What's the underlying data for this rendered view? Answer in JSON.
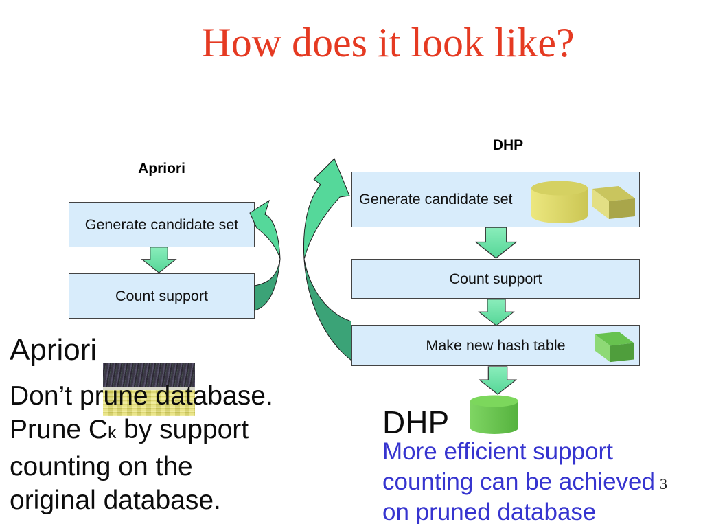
{
  "slide": {
    "title": "How does it look like?",
    "page_number": "3"
  },
  "apriori_flow": {
    "label": "Apriori",
    "box1": "Generate candidate set",
    "box2": "Count support"
  },
  "dhp_flow": {
    "label": "DHP",
    "box1": "Generate candidate set",
    "box2": "Count support",
    "box3": "Make new hash table"
  },
  "apriori_note": {
    "heading": "Apriori",
    "line1": "Don’t prune database.",
    "line2_pre": "Prune C",
    "line2_sub": "k",
    "line2_post": " by support",
    "line3": "counting on the",
    "line4": "original database."
  },
  "dhp_note": {
    "heading": "DHP",
    "line1": "More efficient support",
    "line2": "counting can be achieved",
    "line3": "on pruned database"
  },
  "colors": {
    "title_red": "#e53a22",
    "note_blue": "#3634cf",
    "box_fill": "#d8ecfb",
    "arrow_green_light": "#55d89a",
    "arrow_green_dark": "#3ba377",
    "database_yellow": "#e0dc6e",
    "database_green": "#68ca50"
  },
  "icons": {
    "yellow_cylinder": "candidate-database-cylinder",
    "yellow_cube": "candidate-hash-cube",
    "green_cube": "new-hash-table-cube",
    "green_cylinder": "pruned-database-cylinder"
  }
}
